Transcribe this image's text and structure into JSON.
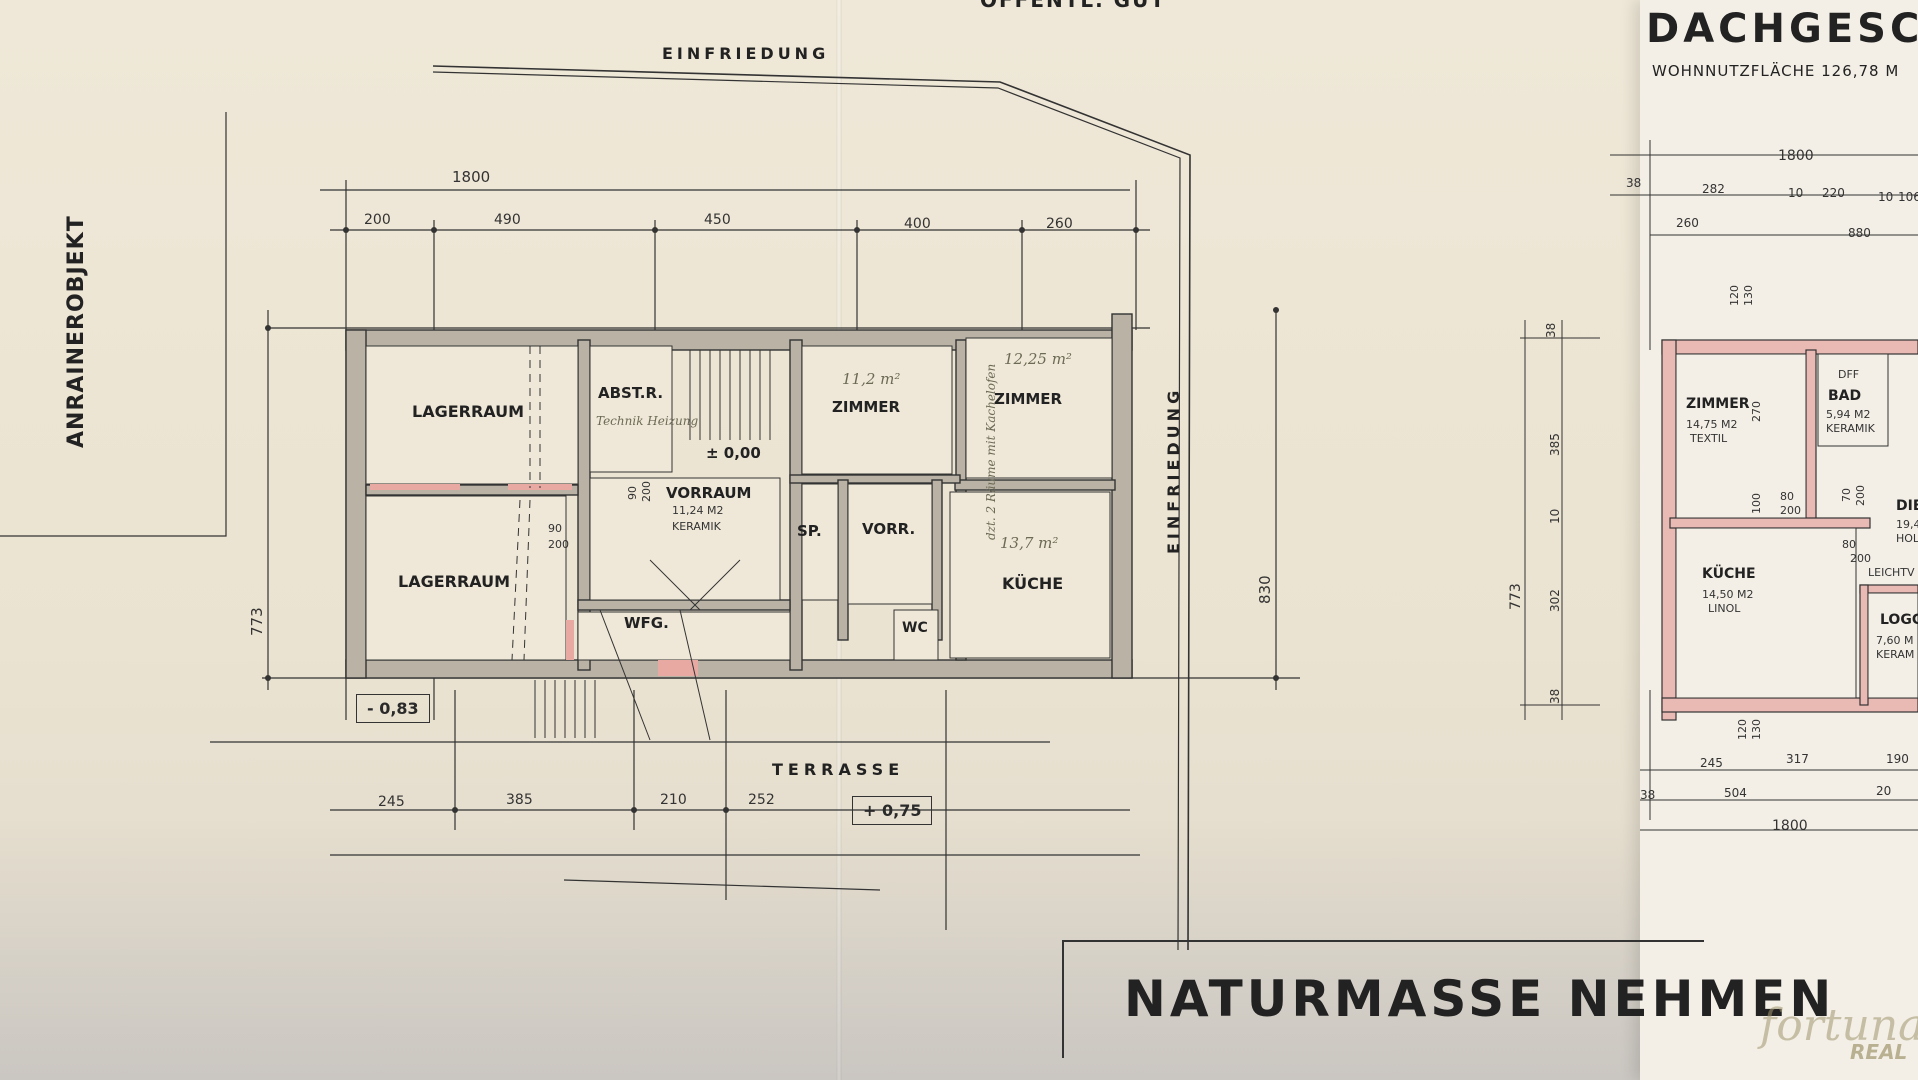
{
  "header": {
    "offentl": "ÖFFENTL. GUT",
    "dachgeschoss_title": "DACHGESC",
    "wohnnutz": "WOHNNUTZFLÄCHE  126,78 M"
  },
  "boundary": {
    "einfriedung_top": "EINFRIEDUNG",
    "einfriedung_right": "EINFRIEDUNG",
    "anrainer": "ANRAINEROBJEKT",
    "terrasse": "TERRASSE"
  },
  "rooms": {
    "lager1": "LAGERRAUM",
    "lager2": "LAGERRAUM",
    "abst": "ABST.R.",
    "vorraum": "VORRAUM",
    "vorraum_area": "11,24 M2",
    "vorraum_floor": "KERAMIK",
    "zimmer1": "ZIMMER",
    "zimmer2": "ZIMMER",
    "sp": "SP.",
    "vorr": "VORR.",
    "kueche": "KÜCHE",
    "wfg": "WFG.",
    "wc": "WC",
    "door1": "90",
    "door1b": "200",
    "door2": "90",
    "door2b": "200"
  },
  "levels": {
    "zero": "± 0,00",
    "minus": "- 0,83",
    "plus": "+ 0,75"
  },
  "handwriting": {
    "z1_area": "11,2 m²",
    "z2_area": "12,25 m²",
    "abst_note": "Technik Heizung",
    "zimmer_note": "dzt. 2 Räume mit Kachelofen",
    "kueche_note": "13,7 m²"
  },
  "dims_main": {
    "total": "1800",
    "d200": "200",
    "d490": "490",
    "d450": "450",
    "d400": "400",
    "d260": "260",
    "height_left": "773",
    "height_right": "830",
    "b245": "245",
    "b385": "385",
    "b210": "210",
    "b252": "252"
  },
  "right_plan": {
    "total_top": "1800",
    "t38": "38",
    "t282": "282",
    "t10a": "10",
    "t220": "220",
    "t10b": "10",
    "t106": "106",
    "t260": "260",
    "t880": "880",
    "v38a": "38",
    "v385": "385",
    "v10": "10",
    "v302": "302",
    "v38b": "38",
    "v773": "773",
    "v120": "120",
    "v130": "130",
    "zimmer": "ZIMMER",
    "zimmer_area": "14,75 M2",
    "zimmer_floor": "TEXTIL",
    "bad": "BAD",
    "bad_area": "5,94 M2",
    "bad_floor": "KERAMIK",
    "dff": "DFF",
    "kueche": "KÜCHE",
    "kueche_area": "14,50 M2",
    "kueche_floor": "LINOL",
    "dielle": "DIE",
    "dielle_area": "19,4",
    "dielle_floor": "HOL",
    "leicht": "LEICHTV",
    "loggia": "LOGG",
    "loggia_area": "7,60 M",
    "loggia_floor": "KERAM",
    "d270": "270",
    "d100": "100",
    "d80a": "80",
    "d200a": "200",
    "d70": "70",
    "d200b": "200",
    "d80b": "80",
    "d200c": "200",
    "b245": "245",
    "b317": "317",
    "b190": "190",
    "b38": "38",
    "b504": "504",
    "b20": "20",
    "b1800": "1800",
    "b120": "120",
    "b130": "130"
  },
  "footer": {
    "naturmasse": "NATURMASSE   NEHMEN"
  },
  "watermark": {
    "brand": "fortuna",
    "sub": "REAL"
  }
}
